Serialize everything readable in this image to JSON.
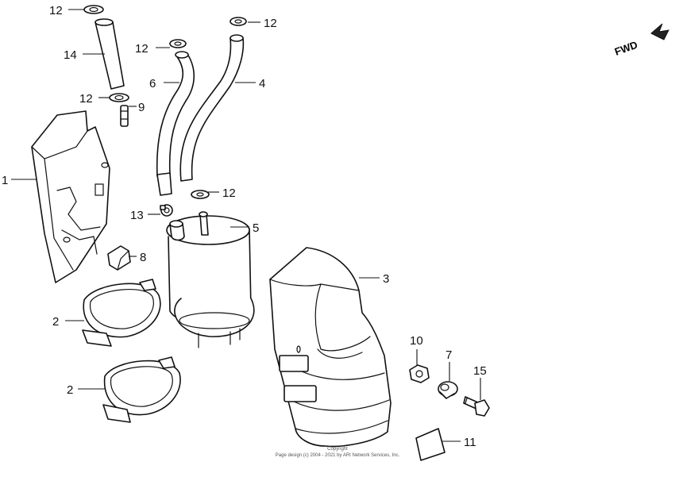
{
  "diagram": {
    "direction_label": "FWD",
    "copyright_line1": "Copyright",
    "copyright_line2": "Page design (c) 2004 - 2021 by ARI Network Services, Inc.",
    "callouts": [
      {
        "id": "c12a",
        "label": "12"
      },
      {
        "id": "c14",
        "label": "14"
      },
      {
        "id": "c12b",
        "label": "12"
      },
      {
        "id": "c9",
        "label": "9"
      },
      {
        "id": "c12c",
        "label": "12"
      },
      {
        "id": "c6",
        "label": "6"
      },
      {
        "id": "c12d",
        "label": "12"
      },
      {
        "id": "c4",
        "label": "4"
      },
      {
        "id": "c1",
        "label": "1"
      },
      {
        "id": "c12e",
        "label": "12"
      },
      {
        "id": "c13",
        "label": "13"
      },
      {
        "id": "c5",
        "label": "5"
      },
      {
        "id": "c8",
        "label": "8"
      },
      {
        "id": "c3",
        "label": "3"
      },
      {
        "id": "c2a",
        "label": "2"
      },
      {
        "id": "c2b",
        "label": "2"
      },
      {
        "id": "c10",
        "label": "10"
      },
      {
        "id": "c7",
        "label": "7"
      },
      {
        "id": "c15",
        "label": "15"
      },
      {
        "id": "c11",
        "label": "11"
      }
    ]
  }
}
